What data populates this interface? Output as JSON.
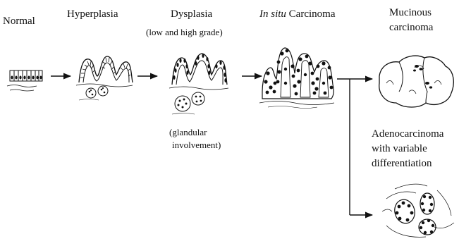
{
  "stages": {
    "normal": "Normal",
    "hyperplasia": "Hyperplasia",
    "dysplasia": "Dysplasia",
    "dysplasia_grade": "(low and high grade)",
    "insitu_italic": "In situ",
    "insitu_rest": "Carcinoma",
    "mucinous_line1": "Mucinous",
    "mucinous_line2": "carcinoma",
    "glandular_line1": "(glandular",
    "glandular_line2": "involvement)",
    "adeno_line1": "Adenocarcinoma",
    "adeno_line2": "with variable",
    "adeno_line3": "differentiation"
  },
  "colors": {
    "ink": "#111111",
    "background": "#ffffff"
  }
}
